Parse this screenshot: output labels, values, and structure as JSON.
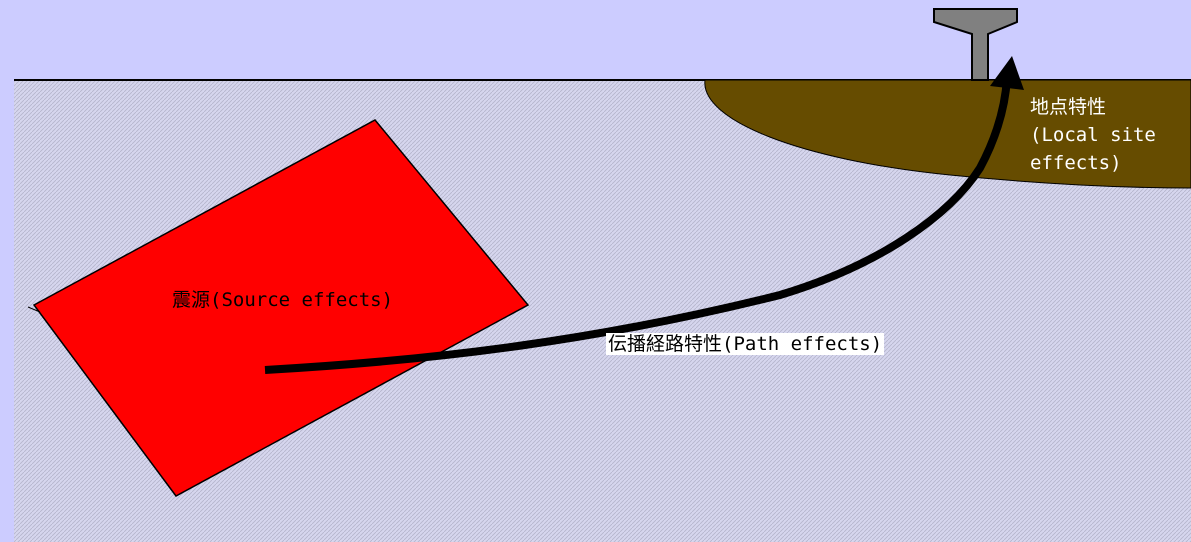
{
  "labels": {
    "source": "震源(Source effects)",
    "path": "伝播経路特性(Path effects)",
    "site_lines": [
      "地点特性",
      "(Local site",
      "effects)"
    ]
  },
  "colors": {
    "sky": "#ccccff",
    "ground": "#d8d8ee",
    "source_fault": "#ff0000",
    "soil_layer": "#664c00",
    "structure": "#808080",
    "ray_path": "#000000"
  },
  "icons": {
    "structure": "rail-structure-icon",
    "path_arrow": "arrow-icon"
  }
}
